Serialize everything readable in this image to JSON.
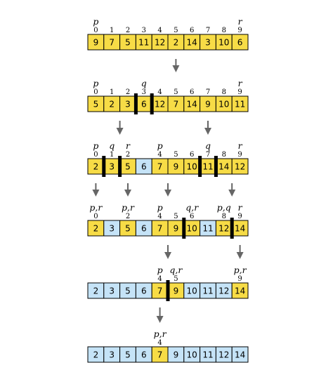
{
  "colors": {
    "active": "#f7dc46",
    "sorted": "#c5e3f7",
    "border": "#000000",
    "arrow": "#666666"
  },
  "rows": [
    {
      "values": [
        "9",
        "7",
        "5",
        "11",
        "12",
        "2",
        "14",
        "3",
        "10",
        "6"
      ],
      "states": [
        "active",
        "active",
        "active",
        "active",
        "active",
        "active",
        "active",
        "active",
        "active",
        "active"
      ],
      "indices": [
        {
          "pos": 0,
          "text": "0"
        },
        {
          "pos": 1,
          "text": "1"
        },
        {
          "pos": 2,
          "text": "2"
        },
        {
          "pos": 3,
          "text": "3"
        },
        {
          "pos": 4,
          "text": "4"
        },
        {
          "pos": 5,
          "text": "5"
        },
        {
          "pos": 6,
          "text": "6"
        },
        {
          "pos": 7,
          "text": "7"
        },
        {
          "pos": 8,
          "text": "8"
        },
        {
          "pos": 9,
          "text": "9"
        }
      ],
      "labels": [
        {
          "pos": 0,
          "text": "p"
        },
        {
          "pos": 9,
          "text": "r"
        }
      ],
      "dividers": []
    },
    {
      "values": [
        "5",
        "2",
        "3",
        "6",
        "12",
        "7",
        "14",
        "9",
        "10",
        "11"
      ],
      "states": [
        "active",
        "active",
        "active",
        "active",
        "active",
        "active",
        "active",
        "active",
        "active",
        "active"
      ],
      "indices": [
        {
          "pos": 0,
          "text": "0"
        },
        {
          "pos": 1,
          "text": "1"
        },
        {
          "pos": 2,
          "text": "2"
        },
        {
          "pos": 3,
          "text": "3"
        },
        {
          "pos": 4,
          "text": "4"
        },
        {
          "pos": 5,
          "text": "5"
        },
        {
          "pos": 6,
          "text": "6"
        },
        {
          "pos": 7,
          "text": "7"
        },
        {
          "pos": 8,
          "text": "8"
        },
        {
          "pos": 9,
          "text": "9"
        }
      ],
      "labels": [
        {
          "pos": 0,
          "text": "p"
        },
        {
          "pos": 3,
          "text": "q"
        },
        {
          "pos": 9,
          "text": "r"
        }
      ],
      "dividers": [
        3,
        4
      ]
    },
    {
      "values": [
        "2",
        "3",
        "5",
        "6",
        "7",
        "9",
        "10",
        "11",
        "14",
        "12"
      ],
      "states": [
        "active",
        "active",
        "active",
        "sorted",
        "active",
        "active",
        "active",
        "active",
        "active",
        "active"
      ],
      "indices": [
        {
          "pos": 0,
          "text": "0"
        },
        {
          "pos": 1,
          "text": "1"
        },
        {
          "pos": 2,
          "text": "2"
        },
        {
          "pos": 4,
          "text": "4"
        },
        {
          "pos": 5,
          "text": "5"
        },
        {
          "pos": 6,
          "text": "6"
        },
        {
          "pos": 7,
          "text": "7"
        },
        {
          "pos": 8,
          "text": "8"
        },
        {
          "pos": 9,
          "text": "9"
        }
      ],
      "labels": [
        {
          "pos": 0,
          "text": "p"
        },
        {
          "pos": 1,
          "text": "q"
        },
        {
          "pos": 2,
          "text": "r"
        },
        {
          "pos": 4,
          "text": "p"
        },
        {
          "pos": 7,
          "text": "q"
        },
        {
          "pos": 9,
          "text": "r"
        }
      ],
      "dividers": [
        1,
        2,
        7,
        8
      ]
    },
    {
      "values": [
        "2",
        "3",
        "5",
        "6",
        "7",
        "9",
        "10",
        "11",
        "12",
        "14"
      ],
      "states": [
        "active",
        "sorted",
        "active",
        "sorted",
        "active",
        "active",
        "active",
        "sorted",
        "active",
        "active"
      ],
      "indices": [
        {
          "pos": 0,
          "text": "0"
        },
        {
          "pos": 2,
          "text": "2"
        },
        {
          "pos": 4,
          "text": "4"
        },
        {
          "pos": 5,
          "text": "5"
        },
        {
          "pos": 6,
          "text": "6"
        },
        {
          "pos": 8,
          "text": "8"
        },
        {
          "pos": 9,
          "text": "9"
        }
      ],
      "labels": [
        {
          "pos": 0,
          "text": "p,r"
        },
        {
          "pos": 2,
          "text": "p,r"
        },
        {
          "pos": 4,
          "text": "p"
        },
        {
          "pos": 6,
          "text": "q,r"
        },
        {
          "pos": 8,
          "text": "p,q"
        },
        {
          "pos": 9,
          "text": "r"
        }
      ],
      "dividers": [
        6,
        9
      ]
    },
    {
      "values": [
        "2",
        "3",
        "5",
        "6",
        "7",
        "9",
        "10",
        "11",
        "12",
        "14"
      ],
      "states": [
        "sorted",
        "sorted",
        "sorted",
        "sorted",
        "active",
        "active",
        "sorted",
        "sorted",
        "sorted",
        "active"
      ],
      "indices": [
        {
          "pos": 4,
          "text": "4"
        },
        {
          "pos": 5,
          "text": "5"
        },
        {
          "pos": 9,
          "text": "9"
        }
      ],
      "labels": [
        {
          "pos": 4,
          "text": "p"
        },
        {
          "pos": 5,
          "text": "q,r"
        },
        {
          "pos": 9,
          "text": "p,r"
        }
      ],
      "dividers": [
        5
      ]
    },
    {
      "values": [
        "2",
        "3",
        "5",
        "6",
        "7",
        "9",
        "10",
        "11",
        "12",
        "14"
      ],
      "states": [
        "sorted",
        "sorted",
        "sorted",
        "sorted",
        "active",
        "sorted",
        "sorted",
        "sorted",
        "sorted",
        "sorted"
      ],
      "indices": [
        {
          "pos": 4,
          "text": "4"
        }
      ],
      "labels": [
        {
          "pos": 4,
          "text": "p,r"
        }
      ],
      "dividers": []
    }
  ],
  "arrows": [
    {
      "after_row": 0,
      "pos": 5
    },
    {
      "after_row": 1,
      "pos": 1.5
    },
    {
      "after_row": 1,
      "pos": 7
    },
    {
      "after_row": 2,
      "pos": 0
    },
    {
      "after_row": 2,
      "pos": 2
    },
    {
      "after_row": 2,
      "pos": 4.5
    },
    {
      "after_row": 2,
      "pos": 8.5
    },
    {
      "after_row": 3,
      "pos": 4.5
    },
    {
      "after_row": 3,
      "pos": 9
    },
    {
      "after_row": 4,
      "pos": 4
    }
  ]
}
